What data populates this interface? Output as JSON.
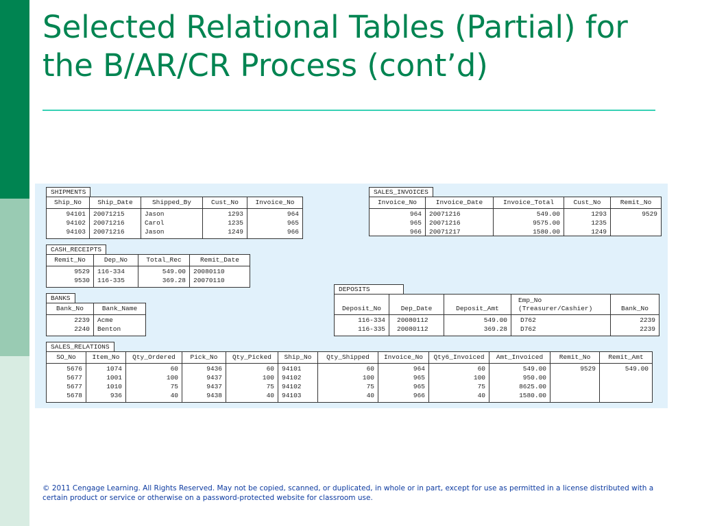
{
  "title": "Selected Relational Tables (Partial) for the B/AR/CR Process (cont’d)",
  "copyright": "© 2011 Cengage Learning. All Rights Reserved. May not be copied, scanned, or duplicated, in whole or in part, except for use as permitted in a license distributed with a certain product or service or otherwise on a password-protected website for classroom use.",
  "colors": {
    "title": "#008451",
    "rule": "#36d1b4",
    "panel": "#e1f1fb",
    "copyright": "#0c3aa0"
  },
  "tables": {
    "shipments": {
      "name": "SHIPMENTS",
      "headers": [
        "Ship_No",
        "Ship_Date",
        "Shipped_By",
        "Cust_No",
        "Invoice_No"
      ],
      "cols": [
        "94101\n94102\n94103",
        "20071215\n20071216\n20071216",
        "Jason\nCarol\nJason",
        "1293\n1235\n1249",
        "964\n965\n966"
      ]
    },
    "sales_invoices": {
      "name": "SALES_INVOICES",
      "headers": [
        "Invoice_No",
        "Invoice_Date",
        "Invoice_Total",
        "Cust_No",
        "Remit_No"
      ],
      "cols": [
        "964\n965\n966",
        "20071216\n20071216\n20071217",
        "549.00\n9575.00\n1580.00",
        "1293\n1235\n1249",
        "9529"
      ]
    },
    "cash_receipts": {
      "name": "CASH_RECEIPTS",
      "headers": [
        "Remit_No",
        "Dep_No",
        "Total_Rec",
        "Remit_Date"
      ],
      "cols": [
        "9529\n9530",
        "116-334\n116-335",
        "549.00\n369.28",
        "20080110\n20070110"
      ]
    },
    "banks": {
      "name": "BANKS",
      "headers": [
        "Bank_No",
        "Bank_Name"
      ],
      "cols": [
        "2239\n2240",
        "Acme\nBenton"
      ]
    },
    "deposits": {
      "name": "DEPOSITS",
      "headers": [
        "Deposit_No",
        "Dep_Date",
        "Deposit_Amt",
        "Emp_No\n(Treasurer/Cashier)",
        "Bank_No"
      ],
      "cols": [
        "116-334\n116-335",
        "20080112\n20080112",
        "549.00\n369.28",
        "D762\nD762",
        "2239\n2239"
      ]
    },
    "sales_relations": {
      "name": "SALES_RELATIONS",
      "headers": [
        "SO_No",
        "Item_No",
        "Qty_Ordered",
        "Pick_No",
        "Qty_Picked",
        "Ship_No",
        "Qty_Shipped",
        "Invoice_No",
        "Qty6_Invoiced",
        "Amt_Invoiced",
        "Remit_No",
        "Remit_Amt"
      ],
      "cols": [
        "5676\n5677\n5677\n5678",
        "1074\n1001\n1010\n936",
        "60\n100\n75\n40",
        "9436\n9437\n9437\n9438",
        "60\n100\n75\n40",
        "94101\n94102\n94102\n94103",
        "60\n100\n75\n40",
        "964\n965\n965\n966",
        "60\n100\n75\n40",
        "549.00\n950.00\n8625.00\n1580.00",
        "9529",
        "549.00"
      ]
    }
  }
}
